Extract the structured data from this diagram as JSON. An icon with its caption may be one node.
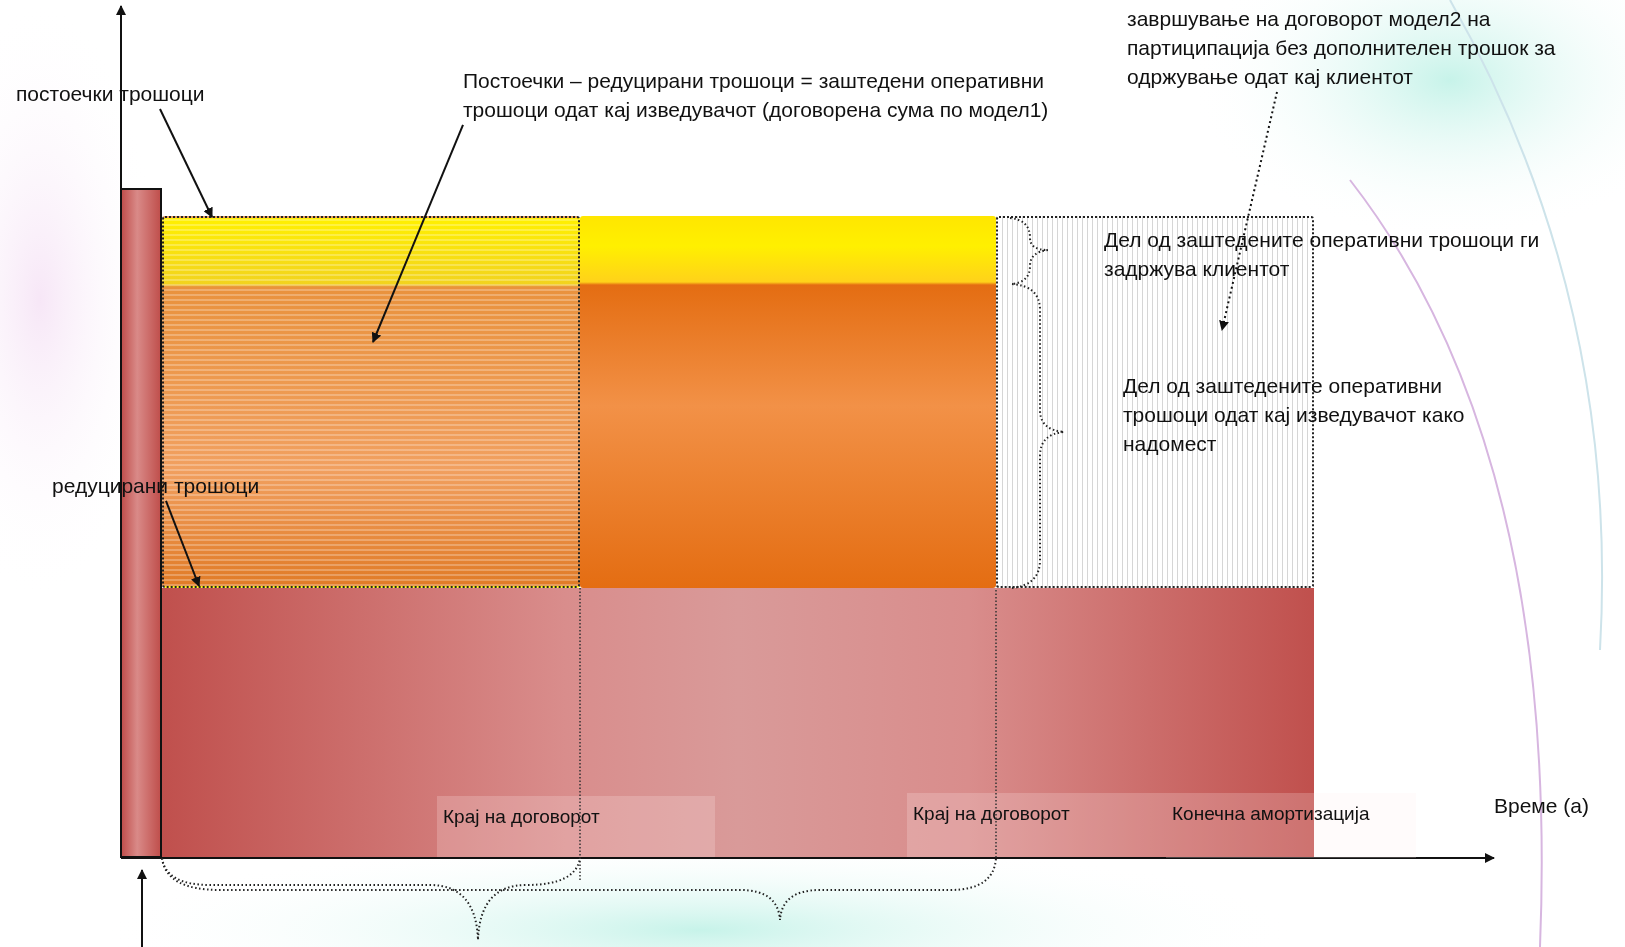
{
  "diagram": {
    "nodes": [
      {
        "text": [
          "постоечки трошоци"
        ]
      },
      {
        "text": [
          "Постоечки – редуцирани трошоци = заштедени оперативни трошоци одат кај изведувачот (договорена сума по модел1)"
        ]
      },
      {
        "text": [
          "завршување на договорот модел2 на партиципација без дополнителен трошок за одржување одат кај клиентот"
        ]
      },
      {
        "text": [
          "Дел од заштедените оперативни трошоци ги задржува клиентот"
        ]
      },
      {
        "text": [
          "Дел од заштедените оперативни трошоци одат кај изведувачот како надомест"
        ]
      },
      {
        "text": [
          "редуцирани трошоци"
        ]
      },
      {
        "text": [
          "Крај на договорот"
        ],
        "in": 13
      },
      {
        "text": [
          "Крај на договорот"
        ],
        "in": 13
      },
      {
        "text": [
          "Конечна амортизација"
        ]
      },
      {
        "text": [],
        "shape": "bar"
      },
      {
        "text": [],
        "shape": "box"
      },
      {
        "text": [],
        "shape": "box"
      },
      {
        "text": [],
        "shape": "box"
      },
      {
        "text": [],
        "shape": "bar"
      }
    ],
    "edges": [
      {
        "from": 0,
        "to": 10,
        "arrow": "to"
      },
      {
        "from": 1,
        "to": 10,
        "arrow": "to"
      },
      {
        "from": 2,
        "to": 12,
        "arrow": "to",
        "style": "dashed"
      },
      {
        "from": 5,
        "to": 10,
        "arrow": "to"
      }
    ],
    "labels": [
      "Време (а)"
    ]
  }
}
